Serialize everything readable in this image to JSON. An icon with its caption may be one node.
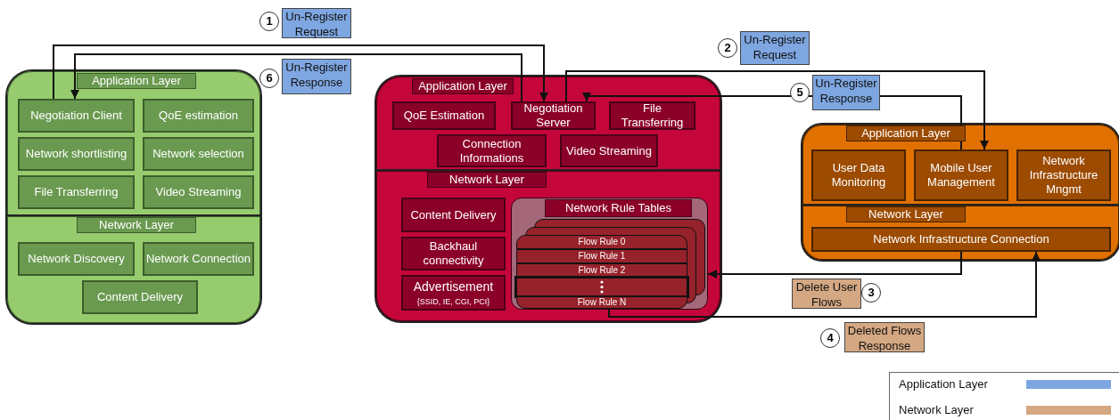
{
  "diagram": {
    "nodes": [
      {
        "text": [],
        "shape": "box"
      },
      {
        "text": [
          "Application Layer"
        ],
        "in": 0
      },
      {
        "text": [
          "Negotiation Client"
        ],
        "in": 1
      },
      {
        "text": [
          "QoE estimation"
        ],
        "in": 1
      },
      {
        "text": [
          "Network shortlisting"
        ],
        "in": 1
      },
      {
        "text": [
          "Network selection"
        ],
        "in": 1
      },
      {
        "text": [
          "File Transferring"
        ],
        "in": 1
      },
      {
        "text": [
          "Video Streaming"
        ],
        "in": 1
      },
      {
        "text": [
          "Network Layer"
        ],
        "in": 0
      },
      {
        "text": [
          "Network Discovery"
        ],
        "in": 8
      },
      {
        "text": [
          "Network Connection"
        ],
        "in": 8
      },
      {
        "text": [
          "Content Delivery"
        ],
        "in": 8
      },
      {
        "text": [],
        "shape": "box"
      },
      {
        "text": [
          "Application Layer"
        ],
        "in": 12
      },
      {
        "text": [
          "QoE Estimation"
        ],
        "in": 13
      },
      {
        "text": [
          "Negotiation Server"
        ],
        "in": 13
      },
      {
        "text": [
          "File Transferring"
        ],
        "in": 13
      },
      {
        "text": [
          "Connection Informations"
        ],
        "in": 13
      },
      {
        "text": [
          "Video Streaming"
        ],
        "in": 13
      },
      {
        "text": [
          "Network Layer"
        ],
        "in": 12
      },
      {
        "text": [
          "Content Delivery"
        ],
        "in": 19
      },
      {
        "text": [
          "Backhaul connectivity"
        ],
        "in": 19
      },
      {
        "text": [
          "Advertisement",
          "{SSID, IE, CGI, PCI}"
        ],
        "in": 19
      },
      {
        "text": [
          "Network Rule Tables"
        ],
        "in": 19
      },
      {
        "text": [
          "Flow Rule 0"
        ],
        "in": 23
      },
      {
        "text": [
          "Flow Rule 1"
        ],
        "in": 23
      },
      {
        "text": [
          "Flow Rule 2"
        ],
        "in": 23
      },
      {
        "text": [],
        "shape": "box",
        "in": 23
      },
      {
        "text": [
          "Flow Rule N"
        ],
        "in": 23
      },
      {
        "text": [],
        "shape": "box"
      },
      {
        "text": [
          "Application Layer"
        ],
        "in": 29
      },
      {
        "text": [
          "User Data Monitoring"
        ],
        "in": 30
      },
      {
        "text": [
          "Mobile User Management"
        ],
        "in": 30
      },
      {
        "text": [
          "Network Infrastructure Mngmt"
        ],
        "in": 30
      },
      {
        "text": [
          "Network Layer"
        ],
        "in": 29
      },
      {
        "text": [
          "Network Infrastructure Connection"
        ],
        "in": 34
      }
    ],
    "edges": [
      {
        "from": 2,
        "to": 15,
        "arrow": "to",
        "label": "Un-Register Request"
      },
      {
        "from": 15,
        "to": 32,
        "arrow": "to",
        "label": "Un-Register Request"
      },
      {
        "from": 35,
        "to": 23,
        "arrow": "to",
        "label": "Delete User Flows"
      },
      {
        "from": 28,
        "to": 35,
        "arrow": "to",
        "label": "Deleted Flows Response"
      },
      {
        "from": 32,
        "to": 15,
        "arrow": "to",
        "label": "Un-Register Response"
      },
      {
        "from": 15,
        "to": 2,
        "arrow": "to",
        "label": "Un-Register Response"
      }
    ],
    "labels": [
      "1",
      "6",
      "2",
      "5",
      "3",
      "4"
    ],
    "legend": [
      {
        "text": "Application Layer",
        "color": "#7ea6e0"
      },
      {
        "text": "Network Layer",
        "color": "#d4a883"
      }
    ]
  }
}
